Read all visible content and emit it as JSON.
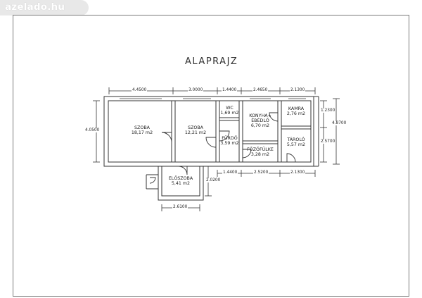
{
  "watermark": {
    "site": "azelado.hu"
  },
  "plan": {
    "title": "ALAPRAJZ",
    "rooms": [
      {
        "name": "SZOBA",
        "area": "18,17 m2"
      },
      {
        "name": "SZOBA",
        "area": "12,21 m2"
      },
      {
        "name": "WC",
        "area": "1,69 m2"
      },
      {
        "name": "FÜRDŐ",
        "area": "3,59 m2"
      },
      {
        "name": "KONYHA+",
        "name2": "ÉBÉDLŐ",
        "area": "6,70 m2"
      },
      {
        "name": "FŐZŐFÜLKE",
        "area": "3,28 m2"
      },
      {
        "name": "KAMRA",
        "area": "2,76 m2"
      },
      {
        "name": "TÁROLÓ",
        "area": "5,57 m2"
      },
      {
        "name": "ELŐSZOBA",
        "area": "5,41 m2"
      }
    ],
    "dimensions": {
      "top": [
        "4.4500",
        "3.0000",
        "1.4400",
        "2.4650",
        "2.1300"
      ],
      "left": "4.0500",
      "right_inner": [
        "1.2300",
        "2.5700"
      ],
      "right_outer": "4.8700",
      "bottom": [
        "1.4400",
        "2.5200",
        "2.1300"
      ],
      "entry_side": "2.0200",
      "entry_bottom": "2.6100"
    }
  }
}
